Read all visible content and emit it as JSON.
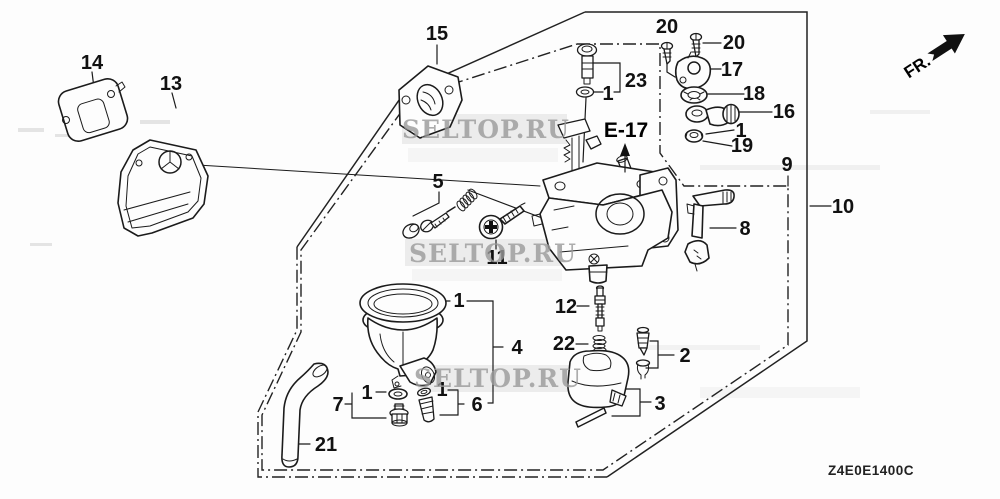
{
  "diagram": {
    "code": "Z4E0E1400C",
    "front_label": "FR.",
    "ref_label": "E-17",
    "watermark": "SELTOP.RU"
  },
  "callouts": {
    "c1": "1",
    "c2": "2",
    "c3": "3",
    "c4": "4",
    "c5": "5",
    "c6": "6",
    "c7": "7",
    "c8": "8",
    "c9": "9",
    "c10": "10",
    "c11": "11",
    "c12": "12",
    "c13": "13",
    "c14": "14",
    "c15": "15",
    "c16": "16",
    "c17": "17",
    "c18": "18",
    "c19": "19",
    "c20": "20",
    "c21": "21",
    "c22": "22",
    "c23": "23"
  }
}
